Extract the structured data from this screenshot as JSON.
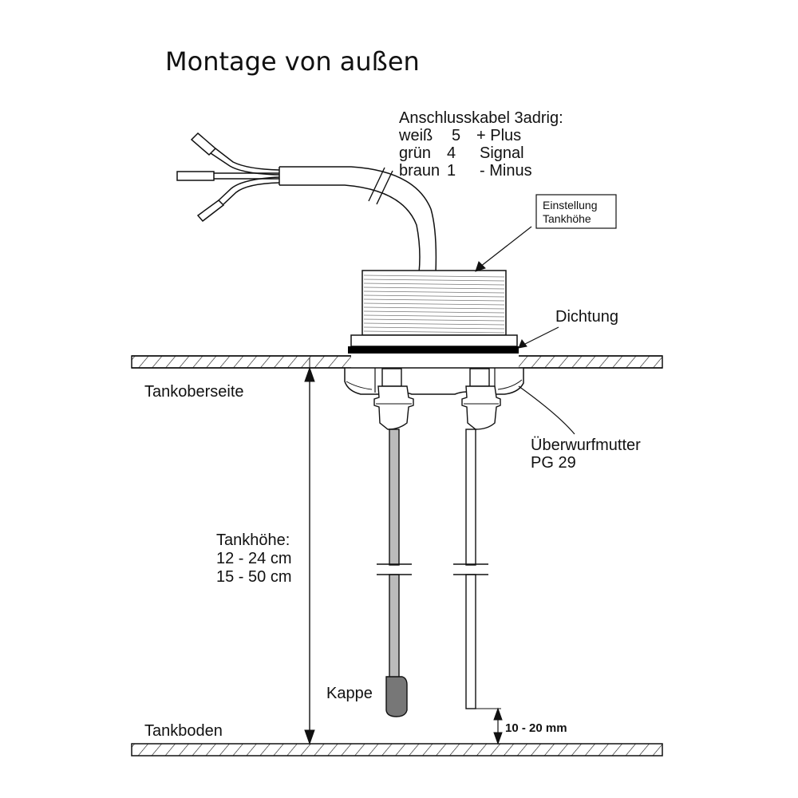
{
  "title": "Montage von außen",
  "cable": {
    "heading": "Anschlusskabel 3adrig:",
    "wires": [
      {
        "color": "weiß",
        "number": "5",
        "function": "+ Plus"
      },
      {
        "color": "grün",
        "number": "4",
        "function": "Signal"
      },
      {
        "color": "braun",
        "number": "1",
        "function": "- Minus"
      }
    ]
  },
  "callouts": {
    "einstellung_line1": "Einstellung",
    "einstellung_line2": "Tankhöhe",
    "dichtung": "Dichtung",
    "tankoberseite": "Tankoberseite",
    "ueberwurf_line1": "Überwurfmutter",
    "ueberwurf_line2": "PG 29",
    "tankhoehe_heading": "Tankhöhe:",
    "tankhoehe_range1": "12 - 24 cm",
    "tankhoehe_range2": "15 - 50 cm",
    "kappe": "Kappe",
    "tankboden": "Tankboden",
    "clearance": "10 - 20 mm"
  },
  "colors": {
    "ink": "#111111",
    "cap": "#777777",
    "rod": "#bbbbbb",
    "gasket": "#000000"
  }
}
